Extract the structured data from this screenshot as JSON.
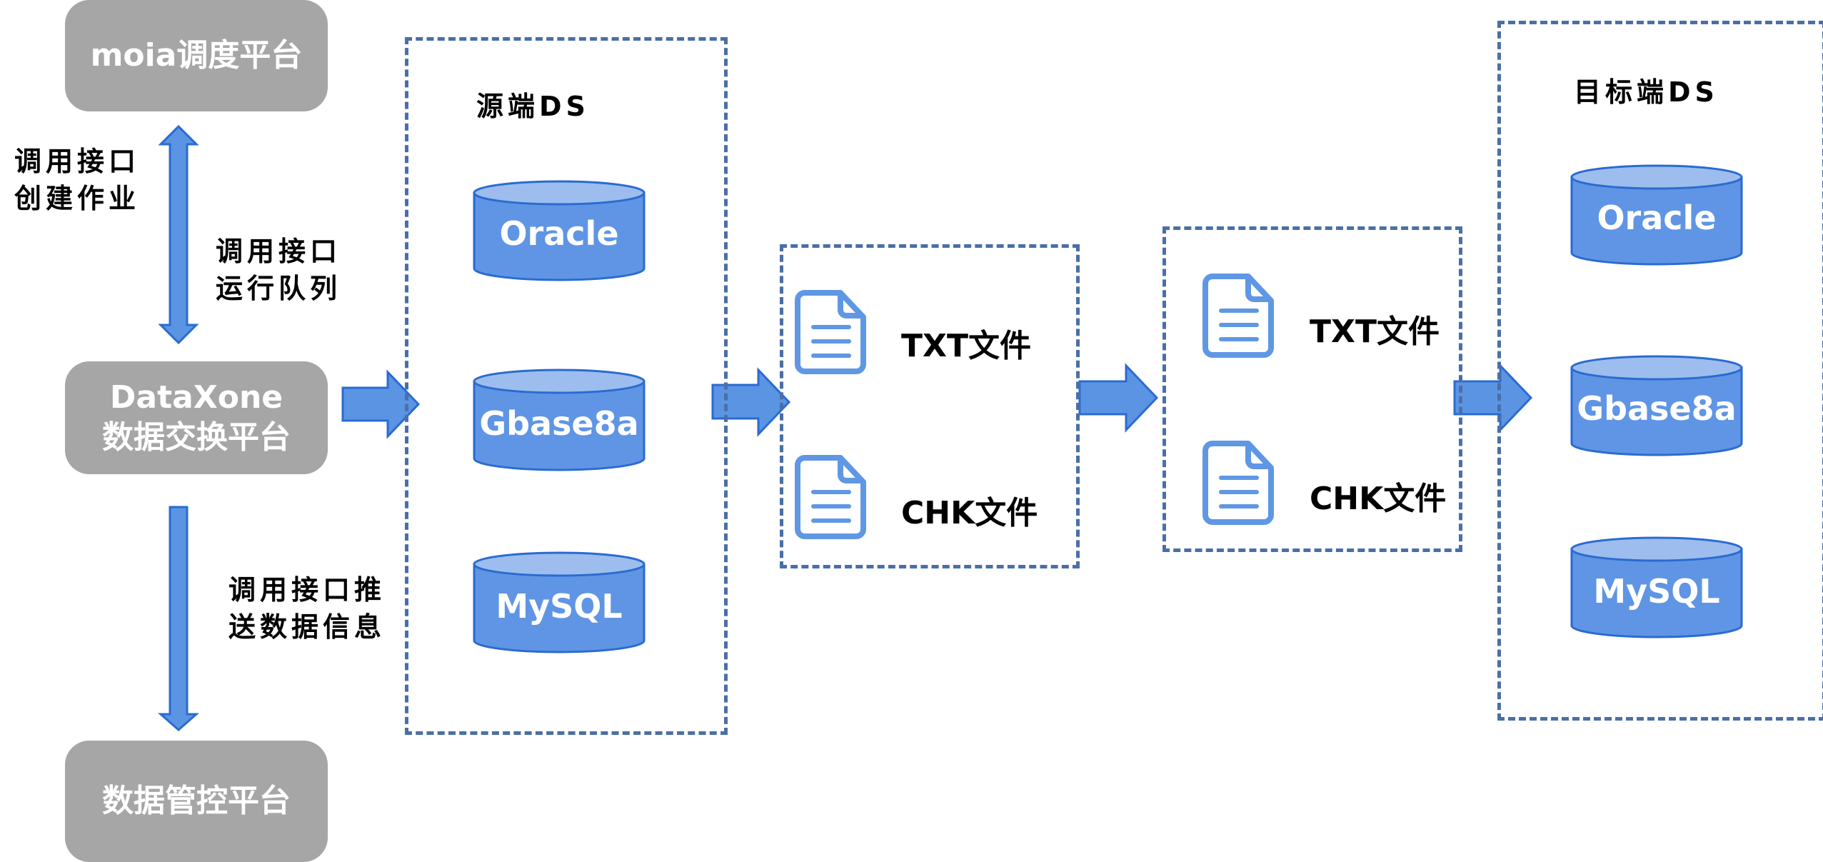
{
  "platforms": {
    "moia": {
      "label": "moia调度平台"
    },
    "dataxone": {
      "line1": "DataXone",
      "line2": "数据交换平台"
    },
    "governance": {
      "label": "数据管控平台"
    }
  },
  "annotations": {
    "create_job": "调用接口\n创建作业",
    "run_queue": "调用接口\n运行队列",
    "push_info": "调用接口推\n送数据信息"
  },
  "source": {
    "title": "源端DS",
    "databases": [
      "Oracle",
      "Gbase8a",
      "MySQL"
    ]
  },
  "file_stage_1": {
    "files": [
      "TXT文件",
      "CHK文件"
    ]
  },
  "file_stage_2": {
    "files": [
      "TXT文件",
      "CHK文件"
    ]
  },
  "target": {
    "title": "目标端DS",
    "databases": [
      "Oracle",
      "Gbase8a",
      "MySQL"
    ]
  },
  "colors": {
    "platform_gray": "#a6a6a6",
    "arrow_blue": "#5b94e3",
    "arrow_stroke": "#2a6bd1",
    "dash_border": "#4a6fa8",
    "cylinder_top": "#9dbdee",
    "file_icon": "#5f97e4"
  }
}
